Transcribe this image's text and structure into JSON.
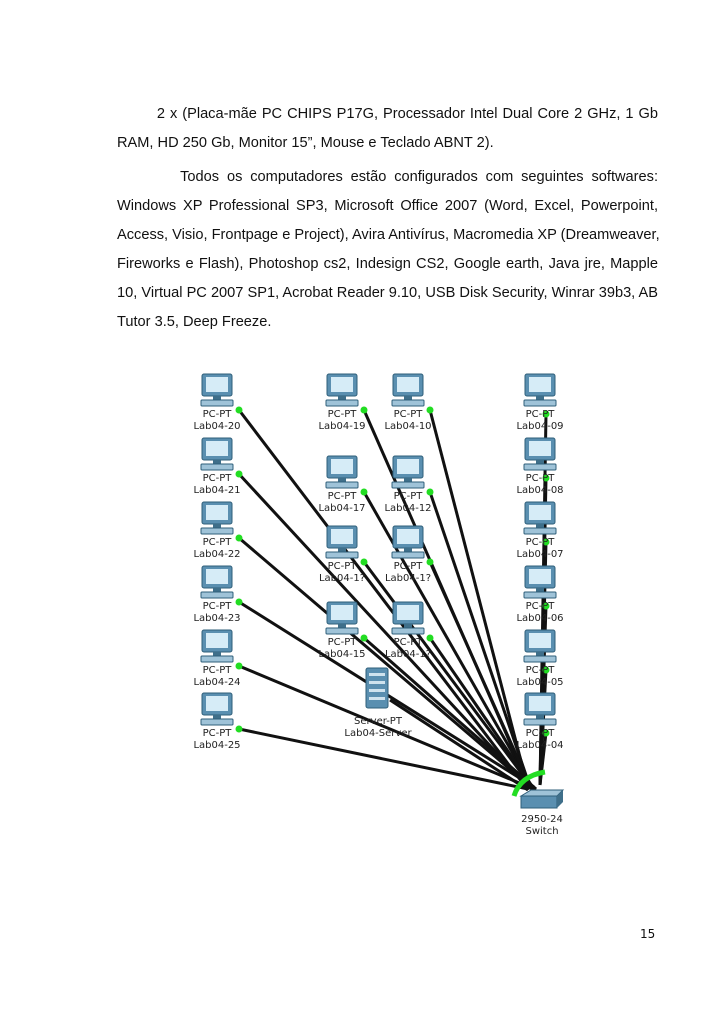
{
  "paragraphs": [
    {
      "lines": [
        "        2 x (Placa-mãe PC CHIPS P17G, Processador Intel Dual Core 2 GHz, 1 Gb",
        "RAM, HD 250 Gb, Monitor 15”, Mouse e Teclado ABNT 2)."
      ]
    },
    {
      "lines": [
        "        Todos os computadores estão configurados com seguintes softwares:",
        "Windows XP Professional SP3, Microsoft Office 2007 (Word, Excel, Powerpoint,",
        "Access, Visio, Frontpage e Project), Avira  Antivírus, Macromedia XP (Dreamweaver,",
        "Fireworks e Flash), Photoshop cs2, Indesign CS2, Google earth, Java jre, Mapple",
        "10, Virtual PC 2007 SP1, Acrobat Reader 9.10, USB Disk Security, Winrar 39b3, AB",
        "Tutor 3.5, Deep Freeze."
      ]
    }
  ],
  "diagram": {
    "pcs": [
      {
        "type": "PC-PT",
        "name": "Lab04-20"
      },
      {
        "type": "PC-PT",
        "name": "Lab04-21"
      },
      {
        "type": "PC-PT",
        "name": "Lab04-22"
      },
      {
        "type": "PC-PT",
        "name": "Lab04-23"
      },
      {
        "type": "PC-PT",
        "name": "Lab04-24"
      },
      {
        "type": "PC-PT",
        "name": "Lab04-25"
      },
      {
        "type": "PC-PT",
        "name": "Lab04-19"
      },
      {
        "type": "PC-PT",
        "name": "Lab04-17"
      },
      {
        "type": "PC-PT",
        "name": "Lab04-1?"
      },
      {
        "type": "PC-PT",
        "name": "Lab04-15"
      },
      {
        "type": "PC-PT",
        "name": "Lab04-10"
      },
      {
        "type": "PC-PT",
        "name": "Lab04-12"
      },
      {
        "type": "PC-PT",
        "name": "Lab04-1?"
      },
      {
        "type": "PC-PT",
        "name": "Lab04-1?"
      },
      {
        "type": "PC-PT",
        "name": "Lab04-09"
      },
      {
        "type": "PC-PT",
        "name": "Lab04-08"
      },
      {
        "type": "PC-PT",
        "name": "Lab04-07"
      },
      {
        "type": "PC-PT",
        "name": "Lab04-06"
      },
      {
        "type": "PC-PT",
        "name": "Lab04-05"
      },
      {
        "type": "PC-PT",
        "name": "Lab04-04"
      }
    ],
    "server": {
      "type": "Server-PT",
      "name": "Lab04-Server"
    },
    "switch": {
      "type": "2950-24",
      "name": "Switch"
    },
    "colors": {
      "link": "#111111",
      "port": "#22dd22",
      "device": "#5a8fb0",
      "screen": "#d6ecf7"
    }
  },
  "page_number": "15"
}
